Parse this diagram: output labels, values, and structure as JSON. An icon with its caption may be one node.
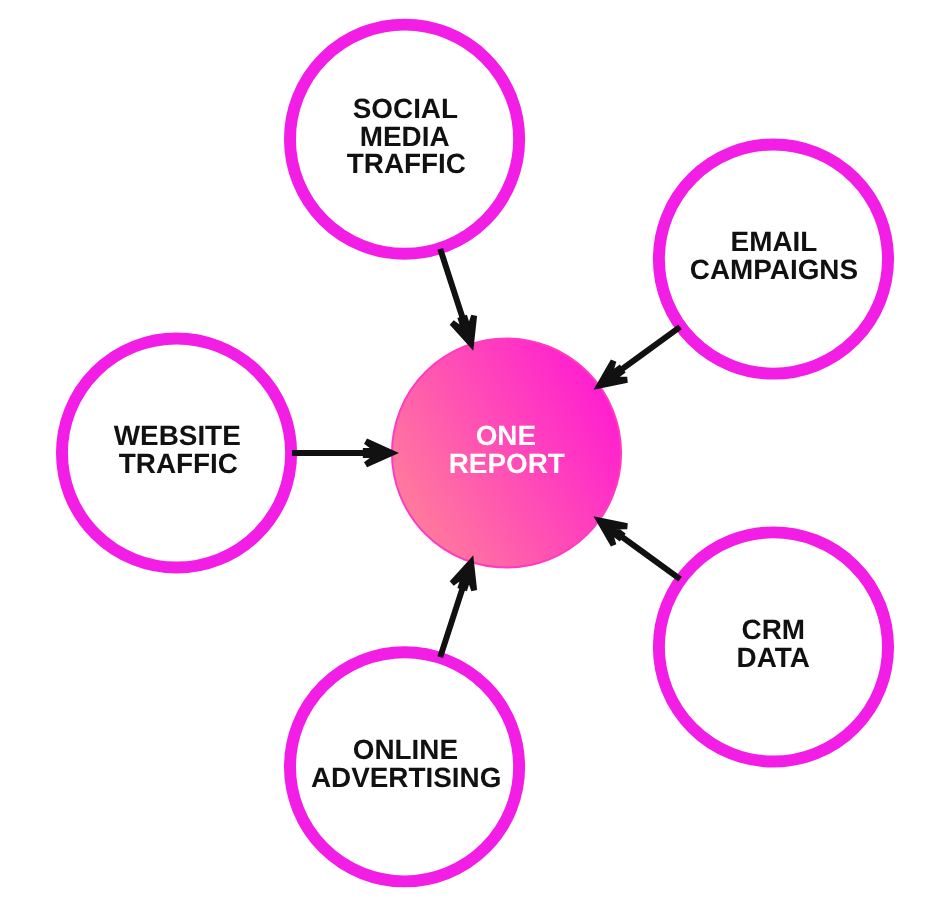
{
  "diagram": {
    "nodes": [
      {
        "text": [
          "SOCIAL MEDIA TRAFFIC"
        ]
      },
      {
        "text": [
          "WEBSITE TRAFFIC"
        ]
      },
      {
        "text": [
          "ONE REPORT"
        ]
      },
      {
        "text": [
          "EMAIL CAMPAIGNS"
        ]
      },
      {
        "text": [
          "ONLINE ADVERTISING"
        ]
      },
      {
        "text": [
          "CRM DATA"
        ]
      }
    ],
    "edges": [
      {
        "from": 0,
        "to": 2,
        "arrow": "to"
      },
      {
        "from": 1,
        "to": 2,
        "arrow": "to"
      },
      {
        "from": 3,
        "to": 2,
        "arrow": "to"
      },
      {
        "from": 4,
        "to": 2,
        "arrow": "to"
      },
      {
        "from": 5,
        "to": 2,
        "arrow": "to"
      }
    ]
  }
}
